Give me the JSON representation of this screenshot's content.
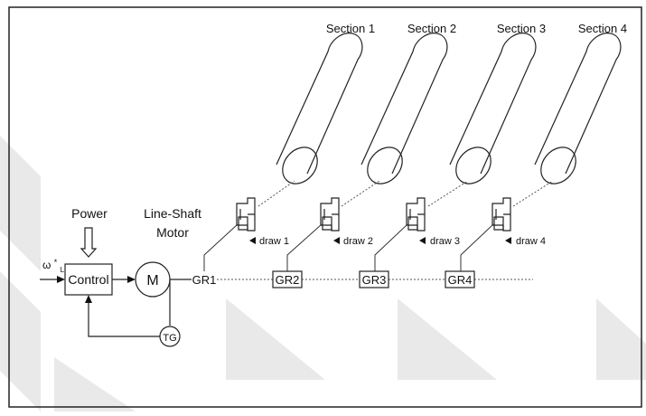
{
  "labels": {
    "sections": [
      "Section 1",
      "Section 2",
      "Section 3",
      "Section 4"
    ],
    "power": "Power",
    "motor_title_line1": "Line-Shaft",
    "motor_title_line2": "Motor",
    "control": "Control",
    "motor_symbol": "M",
    "tachogenerator": "TG",
    "input_symbol": "ω",
    "input_superscript": "*",
    "input_subscript": "LS",
    "gear_ratios": [
      "GR1",
      "GR2",
      "GR3",
      "GR4"
    ],
    "draws": [
      "draw 1",
      "draw 2",
      "draw 3",
      "draw 4"
    ]
  }
}
